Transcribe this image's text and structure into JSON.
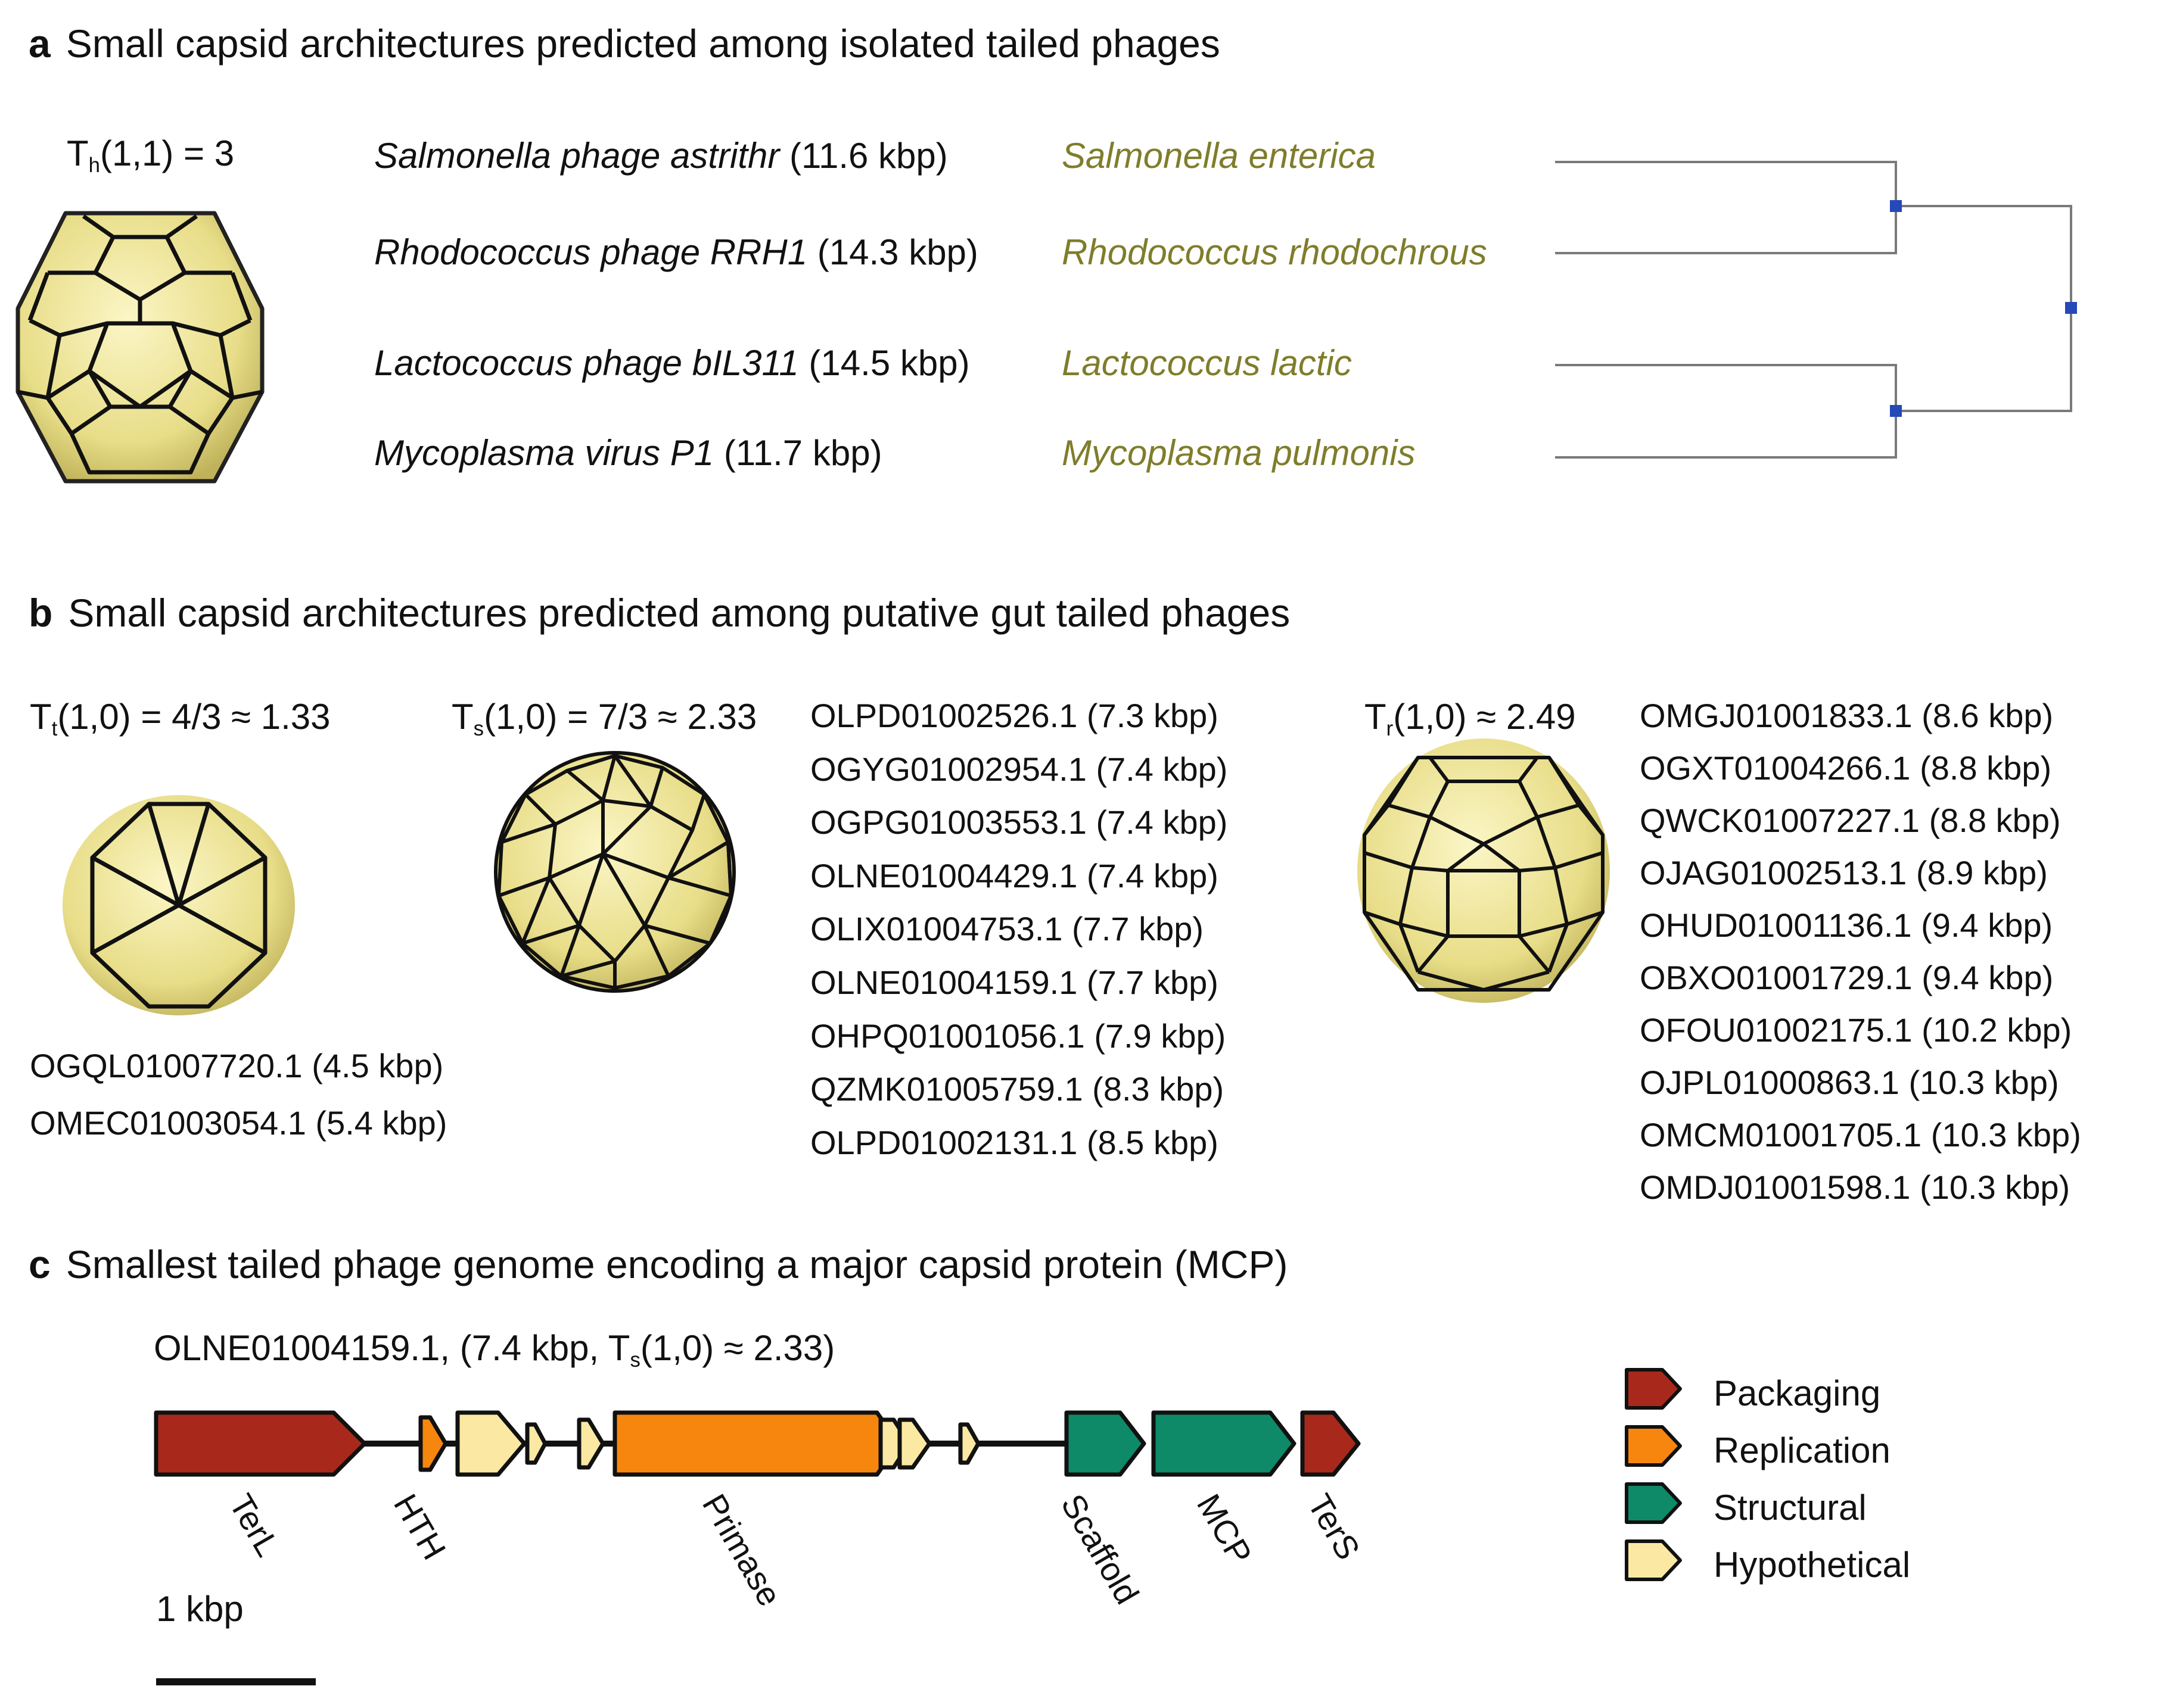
{
  "panel_a": {
    "letter": "a",
    "title": "Small capsid architectures predicted among isolated tailed phages",
    "tnum": {
      "T": "T",
      "sub": "h",
      "rest": "(1,1) = 3"
    },
    "phages": [
      {
        "name": "Salmonella phage astrithr",
        "size": " (11.6 kbp)",
        "host": "Salmonella enterica"
      },
      {
        "name": "Rhodococcus phage RRH1",
        "size": " (14.3 kbp)",
        "host": "Rhodococcus rhodochrous"
      },
      {
        "name": "Lactococcus phage bIL311",
        "size": " (14.5 kbp)",
        "host": "Lactococcus lactic"
      },
      {
        "name": "Mycoplasma virus P1",
        "size": " (11.7 kbp)",
        "host": "Mycoplasma pulmonis"
      }
    ]
  },
  "panel_b": {
    "letter": "b",
    "title": "Small capsid architectures predicted among putative gut tailed phages",
    "t_tetra": {
      "T": "T",
      "sub": "t",
      "rest": "(1,0) = 4/3 ≈ 1.33"
    },
    "t_snub": {
      "T": "T",
      "sub": "s",
      "rest": "(1,0) = 7/3 ≈ 2.33"
    },
    "t_rhombi": {
      "T": "T",
      "sub": "r",
      "rest": "(1,0) ≈ 2.49"
    },
    "list_tetra": [
      "OGQL01007720.1 (4.5 kbp)",
      "OMEC01003054.1 (5.4 kbp)"
    ],
    "list_snub": [
      "OLPD01002526.1 (7.3 kbp)",
      "OGYG01002954.1 (7.4 kbp)",
      "OGPG01003553.1 (7.4 kbp)",
      "OLNE01004429.1 (7.4 kbp)",
      "OLIX01004753.1 (7.7 kbp)",
      "OLNE01004159.1 (7.7 kbp)",
      "OHPQ01001056.1 (7.9 kbp)",
      "QZMK01005759.1 (8.3 kbp)",
      "OLPD01002131.1 (8.5 kbp)"
    ],
    "list_rhombi": [
      "OMGJ01001833.1 (8.6 kbp)",
      "OGXT01004266.1 (8.8 kbp)",
      "QWCK01007227.1 (8.8 kbp)",
      "OJAG01002513.1 (8.9 kbp)",
      "OHUD01001136.1 (9.4 kbp)",
      "OBXO01001729.1 (9.4 kbp)",
      "OFOU01002175.1 (10.2 kbp)",
      "OJPL01000863.1 (10.3 kbp)",
      "OMCM01001705.1 (10.3 kbp)",
      "OMDJ01001598.1 (10.3 kbp)"
    ]
  },
  "panel_c": {
    "letter": "c",
    "title": "Smallest tailed phage genome encoding a major capsid protein (MCP)",
    "genome": {
      "pre": "OLNE01004159.1, (7.4 kbp, ",
      "T": "T",
      "sub": "s",
      "rest": "(1,0) ≈ 2.33)"
    },
    "scale_label": "1 kbp",
    "gene_labels": [
      "TerL",
      "HTH",
      "Primase",
      "Scaffold",
      "MCP",
      "TerS"
    ],
    "legend": [
      "Packaging",
      "Replication",
      "Structural",
      "Hypothetical"
    ]
  },
  "colors": {
    "packaging": "#a8291c",
    "replication": "#f7860f",
    "structural": "#0e8a68",
    "hypothetical": "#fbe9a3",
    "host_text": "#7f7d2a",
    "tree_node": "#2549b8",
    "capsid": "#ece48f"
  }
}
